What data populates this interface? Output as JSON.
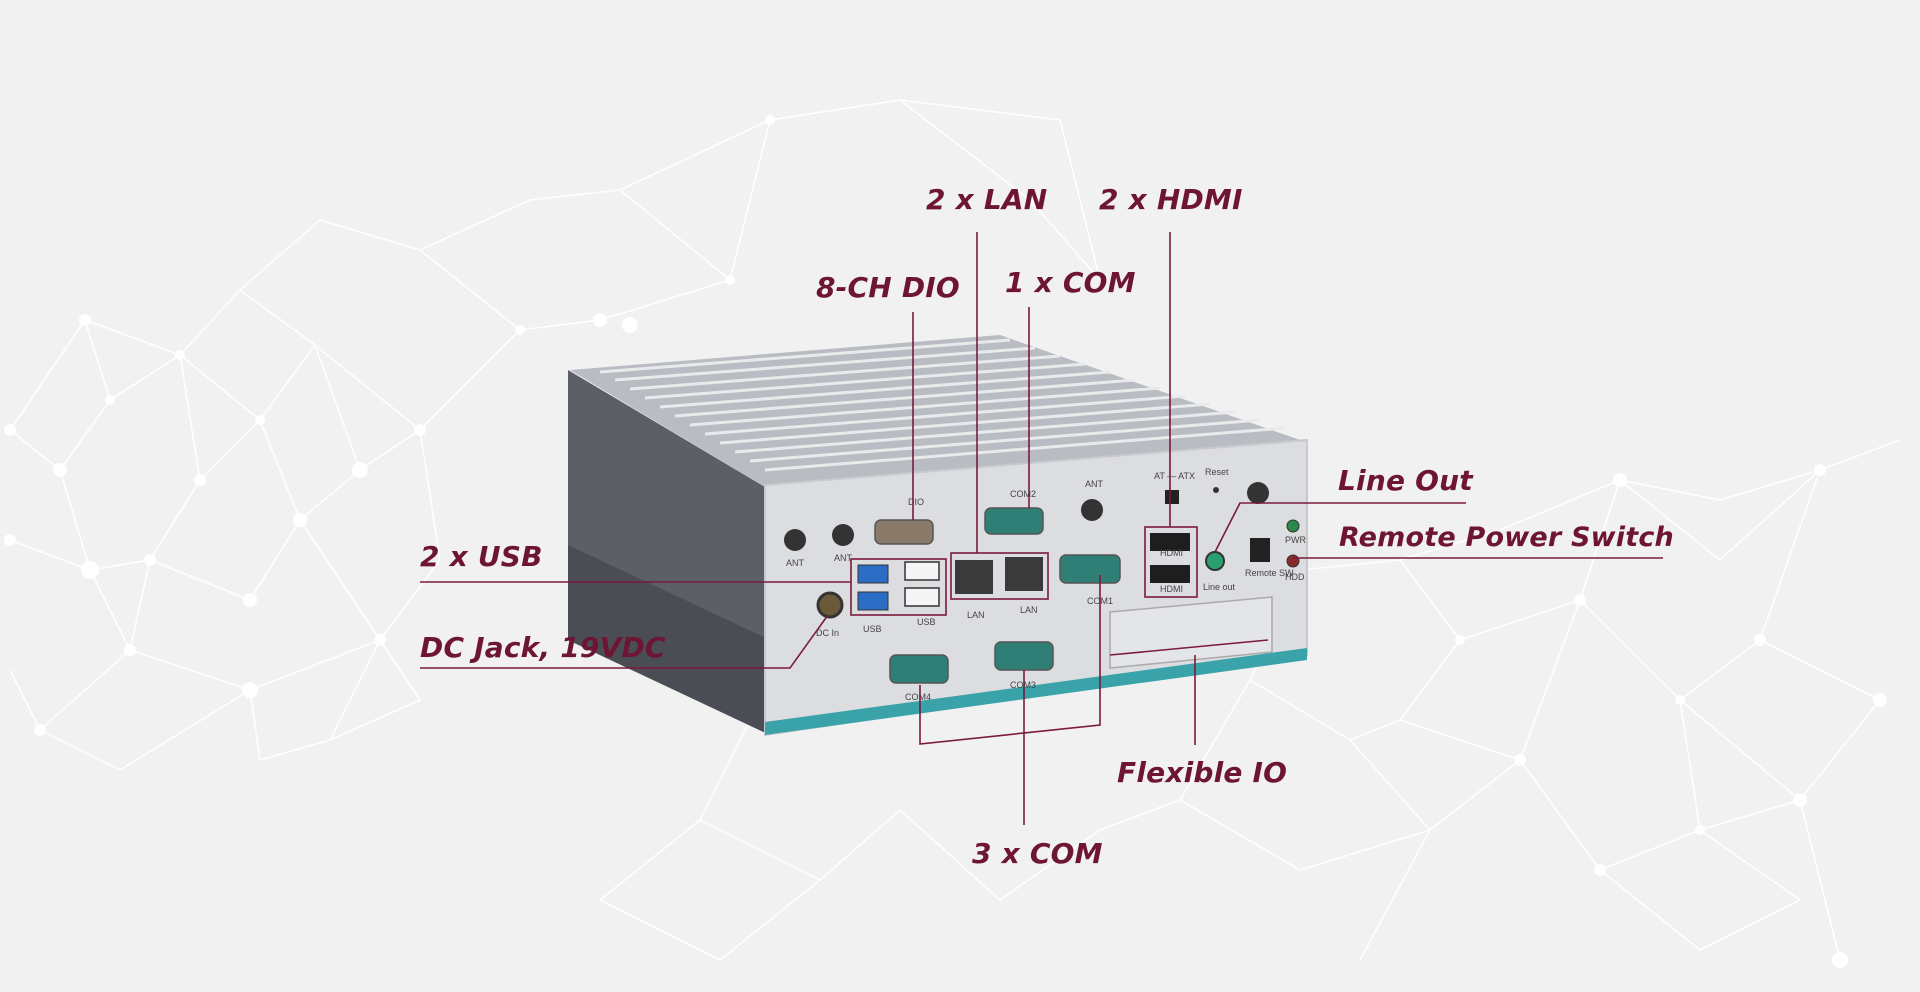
{
  "callouts": {
    "lan": "2 x LAN",
    "hdmi": "2 x HDMI",
    "dio": "8-CH DIO",
    "com1": "1 x COM",
    "line_out": "Line Out",
    "remote_power": "Remote Power Switch",
    "usb": "2 x USB",
    "dc_jack": "DC Jack, 19VDC",
    "flexible_io": "Flexible IO",
    "com3": "3 x COM"
  },
  "panel_labels": {
    "dio": "DIO",
    "com2": "COM2",
    "ant": "ANT",
    "at_atx": "AT — ATX",
    "reset": "Reset",
    "hdmi": "HDMI",
    "pwr": "PWR",
    "hdd": "HDD",
    "line_out": "Line out",
    "remote_sw": "Remote SW",
    "usb": "USB",
    "lan": "LAN",
    "com1": "COM1",
    "com3": "COM3",
    "com4": "COM4",
    "dc_in": "DC In"
  },
  "colors": {
    "callout": "#6e1534",
    "leader": "#7a1a3c",
    "chassis_front": "#dcdde1",
    "chassis_side": "#5c5f66",
    "accent_stripe": "#3aa3a9",
    "background": "#f1f1f1"
  }
}
